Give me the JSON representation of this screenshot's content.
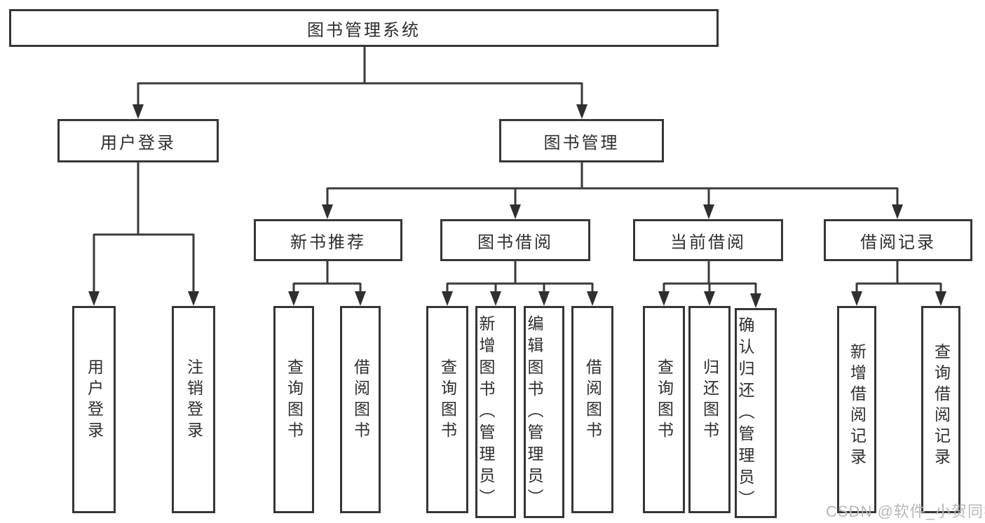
{
  "colors": {
    "line": "#3a3a3a",
    "border": "#363636",
    "background": "#ffffff",
    "text": "#2e2e2e",
    "watermark": "#b7b7b7"
  },
  "watermark": {
    "text": "CSDN @软件_小贺同学"
  },
  "tree": {
    "label": "图书管理系统",
    "children": [
      {
        "label": "用户登录",
        "children": [
          {
            "label": "用户登录"
          },
          {
            "label": "注销登录"
          }
        ]
      },
      {
        "label": "图书管理",
        "children": [
          {
            "label": "新书推荐",
            "children": [
              {
                "label": "查询图书"
              },
              {
                "label": "借阅图书"
              }
            ]
          },
          {
            "label": "图书借阅",
            "children": [
              {
                "label": "查询图书"
              },
              {
                "label": "新增图书（管理员）"
              },
              {
                "label": "编辑图书（管理员）"
              },
              {
                "label": "借阅图书"
              }
            ]
          },
          {
            "label": "当前借阅",
            "children": [
              {
                "label": "查询图书"
              },
              {
                "label": "归还图书"
              },
              {
                "label": "确认归还（管理员）"
              }
            ]
          },
          {
            "label": "借阅记录",
            "children": [
              {
                "label": "新增借阅记录"
              },
              {
                "label": "查询借阅记录"
              }
            ]
          }
        ]
      }
    ]
  }
}
